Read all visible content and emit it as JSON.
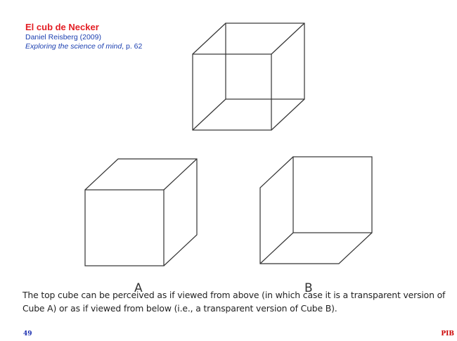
{
  "slide": {
    "title": "El cub de Necker",
    "author": "Daniel Reisberg (2009)",
    "book_title": "Exploring the science of mind",
    "book_page": ", p. 62"
  },
  "figure": {
    "label_a": "A",
    "label_b": "B",
    "caption_line1": "The top cube can be perceived as if viewed from above (in which case it is a transparent version of",
    "caption_line2": "Cube A) or as if viewed from below (i.e., a transparent version of Cube B)."
  },
  "footer": {
    "page_number": "49",
    "tag": "PIB"
  },
  "colors": {
    "title": "#e31e24",
    "subtitle": "#1b3fb0",
    "line": "#333333",
    "footer_tag": "#cc0000"
  }
}
